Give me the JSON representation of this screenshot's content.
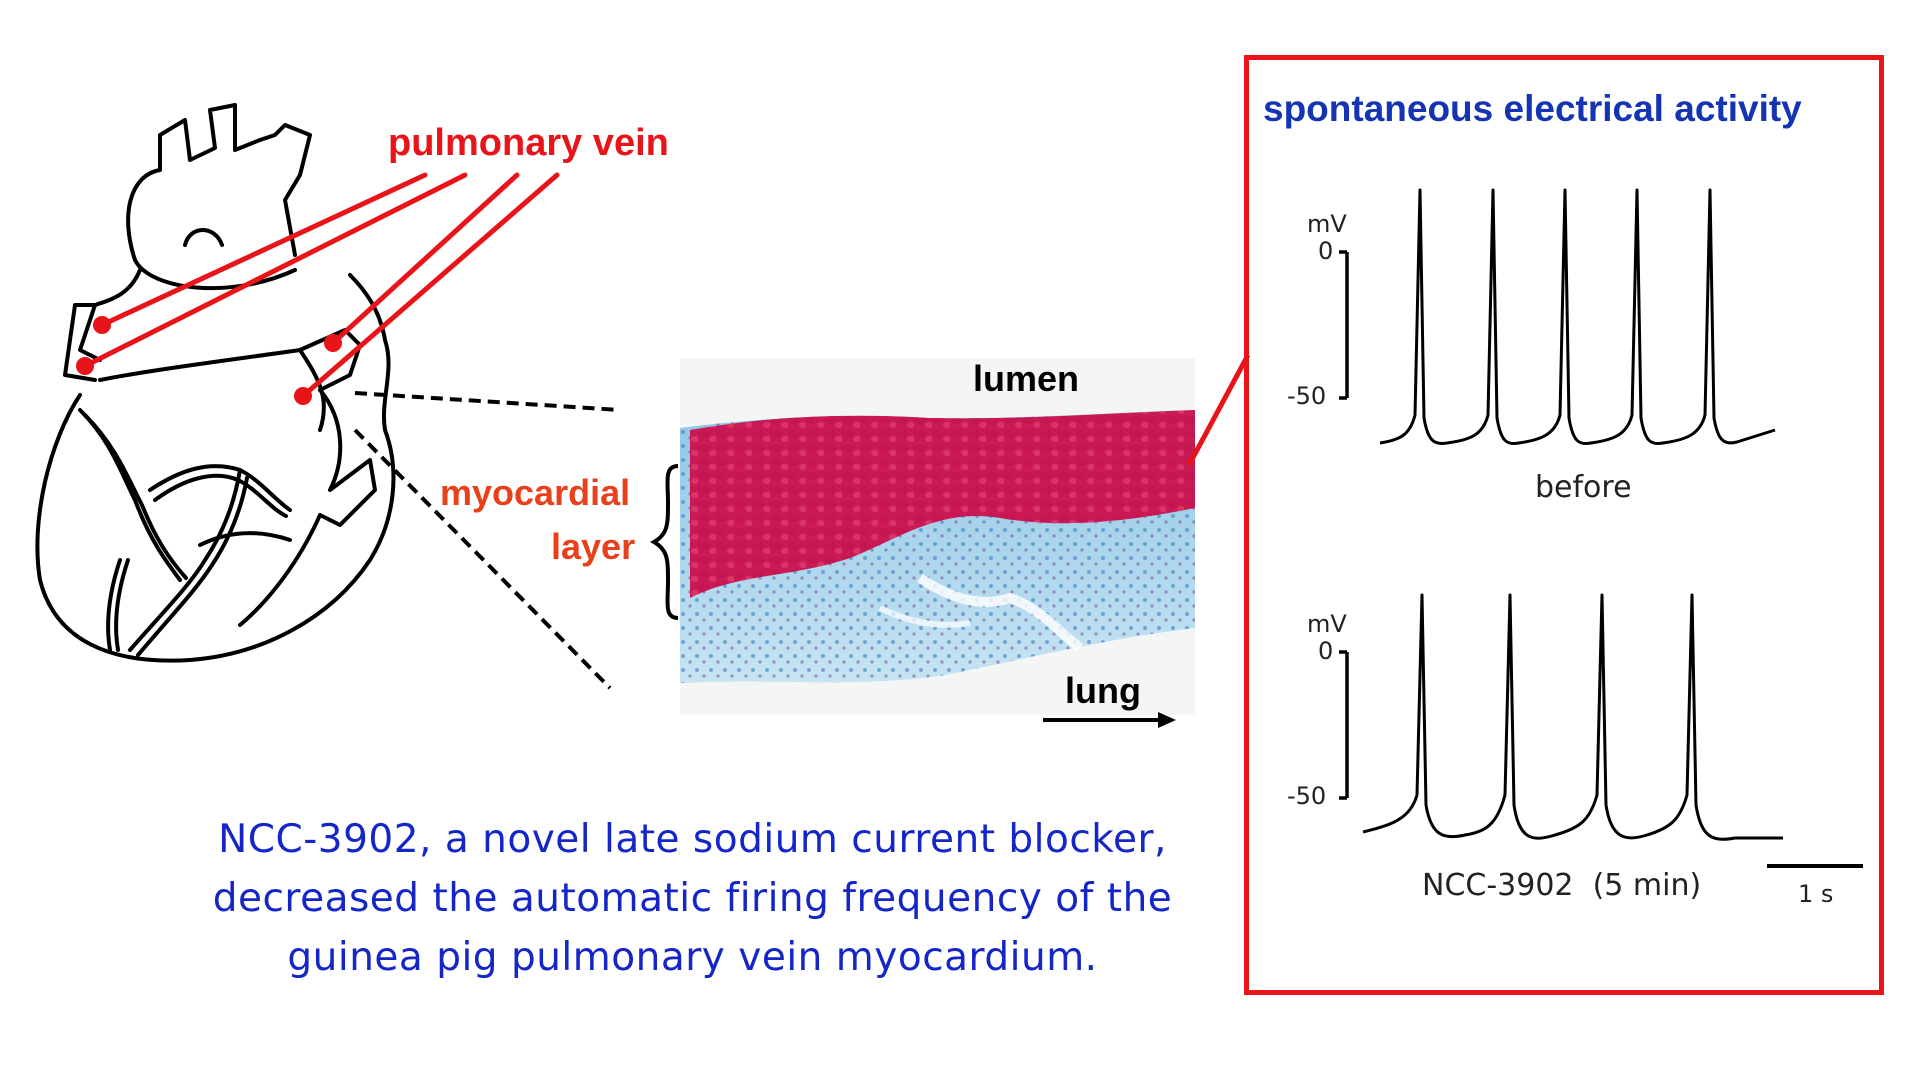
{
  "labels": {
    "pulmonary_vein": "pulmonary vein",
    "myocardial": "myocardial",
    "layer": "layer",
    "lumen": "lumen",
    "lung": "lung"
  },
  "caption": {
    "line1": "NCC-3902, a novel late sodium current blocker,",
    "line2": "decreased the automatic firing frequency of the",
    "line3": "guinea pig pulmonary vein myocardium."
  },
  "panel": {
    "title": "spontaneous electrical activity",
    "trace_before": {
      "unit": "mV",
      "tick_0": "0",
      "tick_neg50": "-50",
      "label": "before",
      "spike_count": 5
    },
    "trace_after": {
      "unit": "mV",
      "tick_0": "0",
      "tick_neg50": "-50",
      "label": "NCC-3902  (5 min)",
      "spike_count": 4
    },
    "scale_bar": "1 s"
  },
  "colors": {
    "accent_red": "#e8141a",
    "caption_blue": "#1426c8",
    "title_blue": "#1434b4",
    "label_orange": "#e8401a"
  }
}
